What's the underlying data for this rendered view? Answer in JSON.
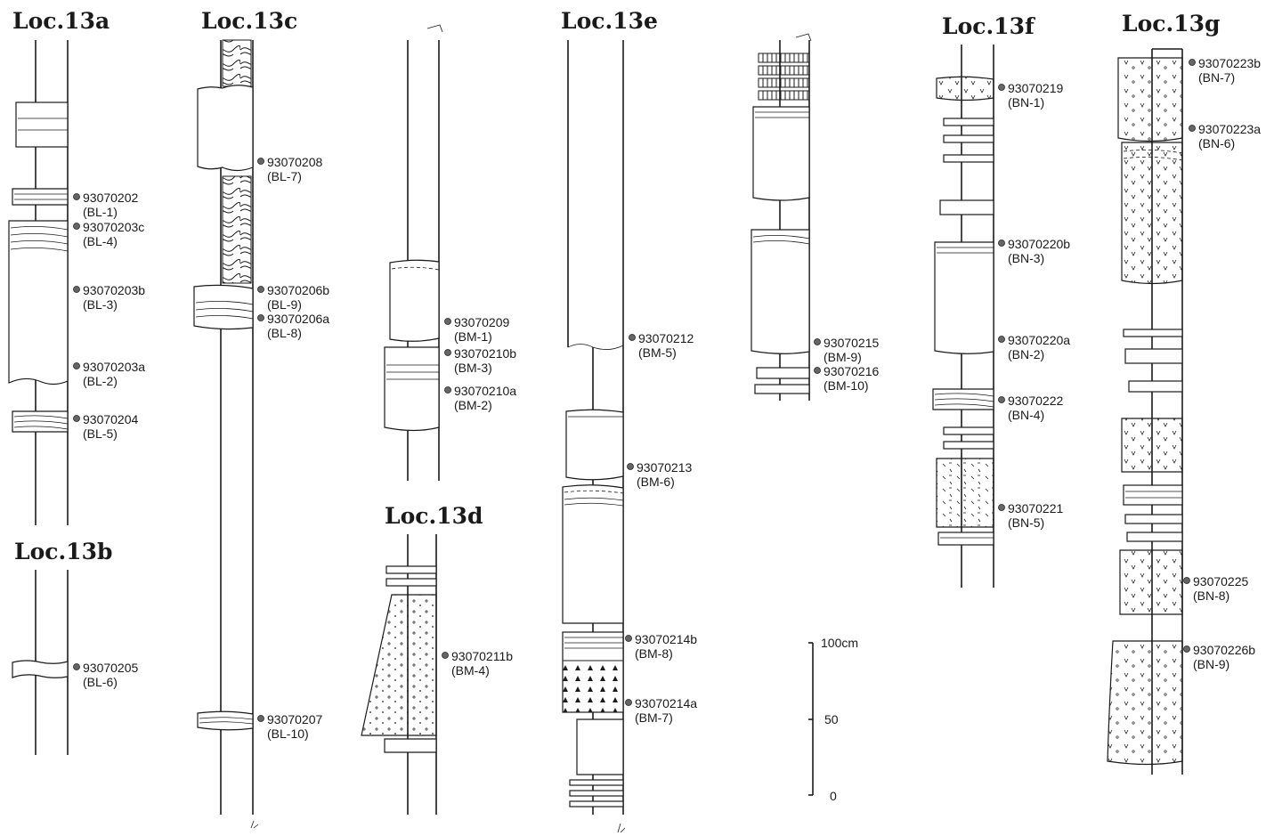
{
  "localities": {
    "a": "Loc.13a",
    "b": "Loc.13b",
    "c": "Loc.13c",
    "d": "Loc.13d",
    "e": "Loc.13e",
    "f": "Loc.13f",
    "g": "Loc.13g"
  },
  "samples": {
    "bl1": {
      "id": "93070202",
      "code": "(BL-1)"
    },
    "bl4": {
      "id": "93070203c",
      "code": "(BL-4)"
    },
    "bl3": {
      "id": "93070203b",
      "code": "(BL-3)"
    },
    "bl2": {
      "id": "93070203a",
      "code": "(BL-2)"
    },
    "bl5": {
      "id": "93070204",
      "code": "(BL-5)"
    },
    "bl6": {
      "id": "93070205",
      "code": "(BL-6)"
    },
    "bl7": {
      "id": "93070208",
      "code": "(BL-7)"
    },
    "bl9": {
      "id": "93070206b",
      "code": "(BL-9)"
    },
    "bl8": {
      "id": "93070206a",
      "code": "(BL-8)"
    },
    "bl10": {
      "id": "93070207",
      "code": "(BL-10)"
    },
    "bm1": {
      "id": "93070209",
      "code": "(BM-1)"
    },
    "bm3": {
      "id": "93070210b",
      "code": "(BM-3)"
    },
    "bm2": {
      "id": "93070210a",
      "code": "(BM-2)"
    },
    "bm4": {
      "id": "93070211b",
      "code": "(BM-4)"
    },
    "bm5": {
      "id": "93070212",
      "code": "(BM-5)"
    },
    "bm6": {
      "id": "93070213",
      "code": "(BM-6)"
    },
    "bm8": {
      "id": "93070214b",
      "code": "(BM-8)"
    },
    "bm7": {
      "id": "93070214a",
      "code": "(BM-7)"
    },
    "bm9": {
      "id": "93070215",
      "code": "(BM-9)"
    },
    "bm10": {
      "id": "93070216",
      "code": "(BM-10)"
    },
    "bn1": {
      "id": "93070219",
      "code": "(BN-1)"
    },
    "bn3": {
      "id": "93070220b",
      "code": "(BN-3)"
    },
    "bn2": {
      "id": "93070220a",
      "code": "(BN-2)"
    },
    "bn4": {
      "id": "93070222",
      "code": "(BN-4)"
    },
    "bn5": {
      "id": "93070221",
      "code": "(BN-5)"
    },
    "bn7": {
      "id": "93070223b",
      "code": "(BN-7)"
    },
    "bn6": {
      "id": "93070223a",
      "code": "(BN-6)"
    },
    "bn8": {
      "id": "93070225",
      "code": "(BN-8)"
    },
    "bn9": {
      "id": "93070226b",
      "code": "(BN-9)"
    }
  },
  "scale": {
    "top": "100cm",
    "mid": "50",
    "bottom": "0"
  }
}
